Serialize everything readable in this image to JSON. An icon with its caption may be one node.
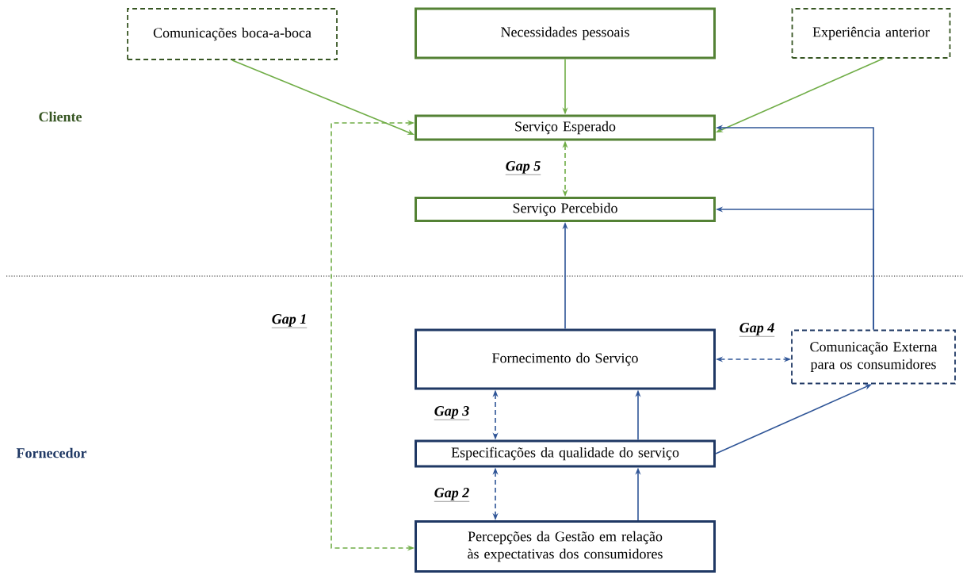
{
  "diagram": {
    "nodes": [
      {
        "text": [
          "Comunicações boca-a-boca"
        ]
      },
      {
        "text": [
          "Necessidades pessoais"
        ]
      },
      {
        "text": [
          "Experiência anterior"
        ]
      },
      {
        "text": [
          "Serviço Esperado"
        ]
      },
      {
        "text": [
          "Serviço Percebido"
        ]
      },
      {
        "text": [
          "Fornecimento do Serviço"
        ]
      },
      {
        "text": [
          "Comunicação Externa para os consumidores"
        ]
      },
      {
        "text": [
          "Especificações da qualidade do serviço"
        ]
      },
      {
        "text": [
          "Percepções da Gestão em relação às expectativas dos consumidores"
        ]
      }
    ],
    "edges": [
      {
        "from": 0,
        "to": 3,
        "arrow": "to",
        "color": "#70ad47"
      },
      {
        "from": 1,
        "to": 3,
        "arrow": "to",
        "color": "#70ad47"
      },
      {
        "from": 2,
        "to": 3,
        "arrow": "to",
        "color": "#70ad47"
      },
      {
        "from": 3,
        "to": 4,
        "arrow": "both",
        "style": "dashed",
        "color": "#70ad47",
        "label": "Gap 5"
      },
      {
        "from": 3,
        "to": 8,
        "arrow": "both",
        "style": "dashed",
        "color": "#70ad47",
        "label": "Gap 1"
      },
      {
        "from": 5,
        "to": 4,
        "arrow": "to"
      },
      {
        "from": 6,
        "to": 3,
        "arrow": "to"
      },
      {
        "from": 6,
        "to": 4,
        "arrow": "to"
      },
      {
        "from": 5,
        "to": 6,
        "arrow": "both",
        "style": "dashed",
        "label": "Gap 4"
      },
      {
        "from": 5,
        "to": 7,
        "arrow": "both",
        "style": "dashed",
        "label": "Gap 3"
      },
      {
        "from": 7,
        "to": 5,
        "arrow": "to"
      },
      {
        "from": 7,
        "to": 8,
        "arrow": "both",
        "style": "dashed",
        "label": "Gap 2"
      },
      {
        "from": 8,
        "to": 7,
        "arrow": "to"
      },
      {
        "from": 7,
        "to": 6,
        "arrow": "to"
      }
    ],
    "labels": [
      "Cliente",
      "Fornecedor"
    ]
  }
}
